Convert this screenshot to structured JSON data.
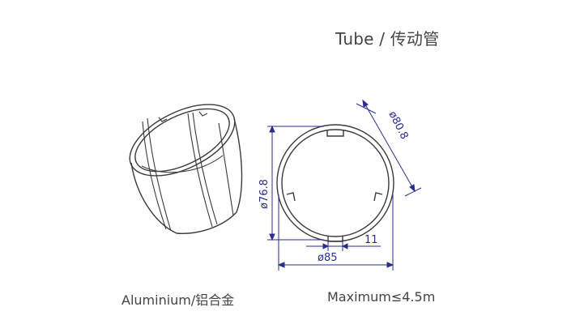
{
  "title": "Tube / 传动管",
  "dimensions": {
    "outer_diameter": "ø80.8",
    "inner_diameter": "ø76.8",
    "overall_width": "ø85",
    "groove_width": "11"
  },
  "captions": {
    "material": "Aluminium/铝合金",
    "max_length": "Maximum≤4.5m"
  },
  "colors": {
    "outline": "#3a3a3a",
    "dimension": "#2b2f8c",
    "text": "#444444"
  }
}
